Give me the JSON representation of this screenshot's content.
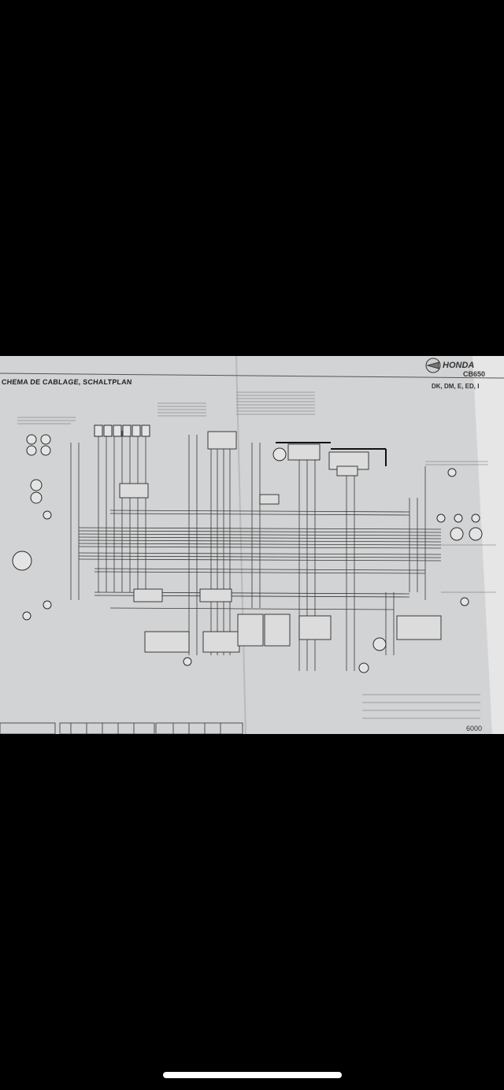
{
  "diagram": {
    "title": "CHEMA DE CABLAGE, SCHALTPLAN",
    "brand": "HONDA",
    "model": "CB650",
    "regions": "DK, DM, E, ED, I",
    "page_number": "6000"
  },
  "colors": {
    "background": "#000000",
    "paper": "#d3d4d5",
    "ink": "#2b2b2b",
    "home_indicator": "#ffffff"
  }
}
